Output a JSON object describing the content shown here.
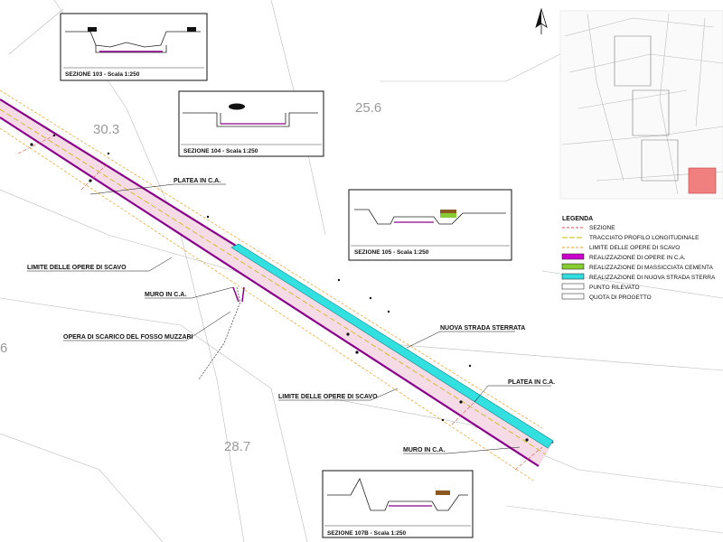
{
  "elevations": [
    "30.3",
    "25.6",
    "28.7",
    "6"
  ],
  "sections": [
    {
      "caption": "SEZIONE 103 - Scala 1:250"
    },
    {
      "caption": "SEZIONE 104 - Scala 1:250"
    },
    {
      "caption": "SEZIONE 105 - Scala 1:250"
    },
    {
      "caption": "SEZIONE 107B - Scala 1:250"
    }
  ],
  "labels": {
    "platea_1": "PLATEA IN C.A.",
    "limite_1": "LIMITE DELLE OPERE DI SCAVO",
    "muro_1": "MURO IN C.A.",
    "opera_scarico": "OPERA DI SCARICO DEL FOSSO MUZZARI",
    "nuova_strada": "NUOVA STRADA STERRATA",
    "platea_2": "PLATEA IN C.A.",
    "limite_2": "LIMITE DELLE OPERE DI SCAVO",
    "muro_2": "MURO IN C.A."
  },
  "legend": {
    "title": "LEGENDA",
    "items": [
      {
        "label": "SEZIONE",
        "color": "#e05050"
      },
      {
        "label": "TRACCIATO PROFILO LONGITUDINALE",
        "color": "#c9b800"
      },
      {
        "label": "LIMITE DELLE OPERE DI SCAVO",
        "color": "#f0a020"
      },
      {
        "label": "REALIZZAZIONE DI OPERE IN C.A.",
        "color": "#cc00cc"
      },
      {
        "label": "REALIZZAZIONE DI MASSICCIATA CEMENTA",
        "color": "#88cc33"
      },
      {
        "label": "REALIZZAZIONE DI NUOVA STRADA STERRA",
        "color": "#33dddd"
      },
      {
        "label": "PUNTO RILEVATO",
        "color": "#111111"
      },
      {
        "label": "QUOTA DI PROGETTO",
        "color": "#111111"
      }
    ]
  },
  "colors": {
    "road_fill": "#f4dbe6",
    "wall": "#8a008a",
    "new_road": "#33e0e0",
    "highlight": "#f08080"
  },
  "icons": {
    "north_arrow": "north-arrow-icon"
  }
}
